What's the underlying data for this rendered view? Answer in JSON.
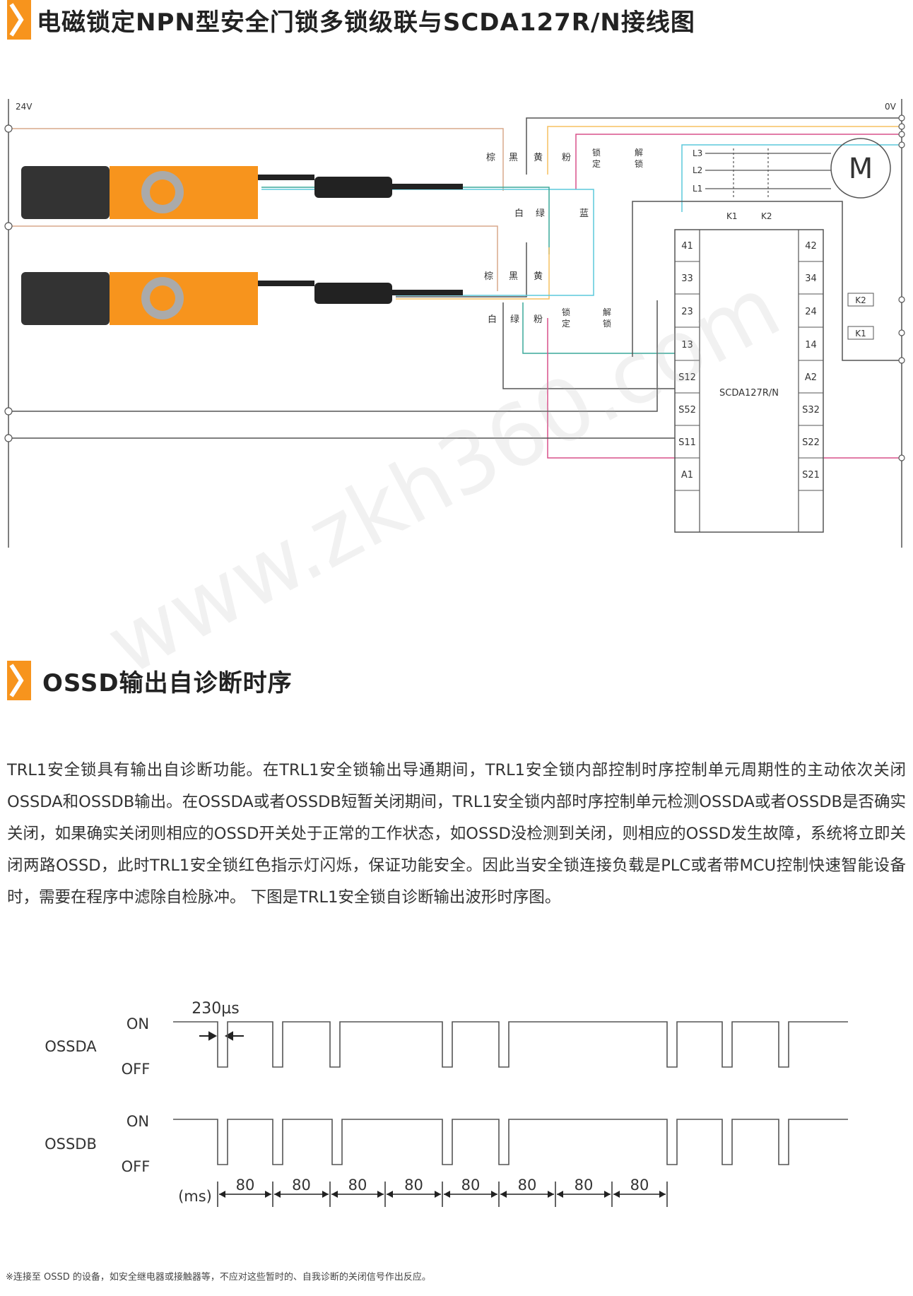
{
  "title1": "电磁锁定NPN型安全门锁多锁级联与SCDA127R/N接线图",
  "title2": "OSSD输出自诊断时序",
  "diagram": {
    "v24": "24V",
    "v0": "0V",
    "motor": "M",
    "phases": [
      "L3",
      "L2",
      "L1"
    ],
    "contactors": [
      "K1",
      "K2"
    ],
    "lock1_top_wires": [
      "棕",
      "黑",
      "黄",
      "粉"
    ],
    "lock1_bottom_wires": [
      "白",
      "绿",
      "蓝"
    ],
    "lock2_top_wires": [
      "棕",
      "黑",
      "黄"
    ],
    "lock2_bottom_wires": [
      "白",
      "绿",
      "粉"
    ],
    "lock_label": [
      "锁",
      "定"
    ],
    "unlock_label": [
      "解",
      "锁"
    ],
    "module_name": "SCDA127R/N",
    "left_terminals": [
      "41",
      "33",
      "23",
      "13",
      "S12",
      "S52",
      "S11",
      "A1"
    ],
    "right_terminals": [
      "42",
      "34",
      "24",
      "14",
      "A2",
      "S32",
      "S22",
      "S21"
    ],
    "output_coils": [
      "K2",
      "K1"
    ]
  },
  "description": "TRL1安全锁具有输出自诊断功能。在TRL1安全锁输出导通期间，TRL1安全锁内部控制时序控制单元周期性的主动依次关闭OSSDA和OSSDB输出。在OSSDA或者OSSDB短暂关闭期间，TRL1安全锁内部时序控制单元检测OSSDA或者OSSDB是否确实关闭，如果确实关闭则相应的OSSD开关处于正常的工作状态，如OSSD没检测到关闭，则相应的OSSD发生故障，系统将立即关闭两路OSSD，此时TRL1安全锁红色指示灯闪烁，保证功能安全。因此当安全锁连接负载是PLC或者带MCU控制快速智能设备时，需要在程序中滤除自检脉冲。 下图是TRL1安全锁自诊断输出波形时序图。",
  "timing": {
    "pulse_label": "230µs",
    "channels": [
      {
        "name": "OSSDA",
        "on": "ON",
        "off": "OFF"
      },
      {
        "name": "OSSDB",
        "on": "ON",
        "off": "OFF"
      }
    ],
    "unit": "(ms)",
    "intervals": [
      "80",
      "80",
      "80",
      "80",
      "80",
      "80",
      "80",
      "80"
    ]
  },
  "footnote": "※连接至 OSSD 的设备，如安全继电器或接触器等，不应对这些暂时的、自我诊断的关闭信号作出反应。",
  "watermark": "www.zkh360.com",
  "colors": {
    "accent": "#f7941d",
    "brown": "#d9a88c",
    "yellow": "#f5c060",
    "pink": "#d9508a",
    "blue": "#5bc8dc",
    "teal": "#3aa89a",
    "line": "#555555"
  }
}
